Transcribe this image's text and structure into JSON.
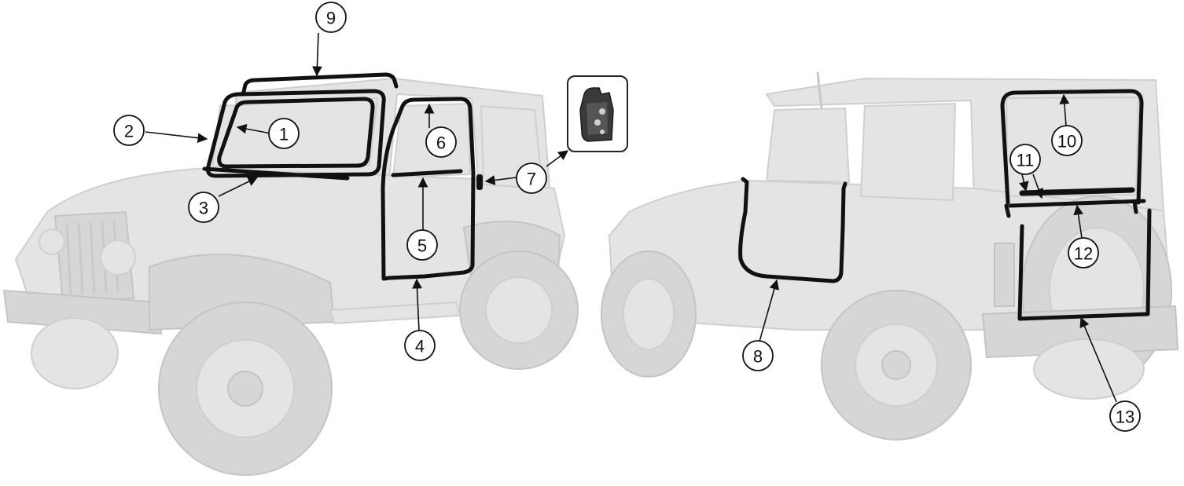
{
  "colors": {
    "background": "#ffffff",
    "vehicle_ghost": "#e4e4e4",
    "seal": "#111111"
  },
  "callouts": [
    {
      "id": "1",
      "label": "1"
    },
    {
      "id": "2",
      "label": "2"
    },
    {
      "id": "3",
      "label": "3"
    },
    {
      "id": "4",
      "label": "4"
    },
    {
      "id": "5",
      "label": "5"
    },
    {
      "id": "6",
      "label": "6"
    },
    {
      "id": "7",
      "label": "7"
    },
    {
      "id": "8",
      "label": "8"
    },
    {
      "id": "9",
      "label": "9"
    },
    {
      "id": "10",
      "label": "10"
    },
    {
      "id": "11",
      "label": "11"
    },
    {
      "id": "12",
      "label": "12"
    },
    {
      "id": "13",
      "label": "13"
    }
  ],
  "icons": {
    "inset_part": "door-hinge-seal-icon"
  }
}
